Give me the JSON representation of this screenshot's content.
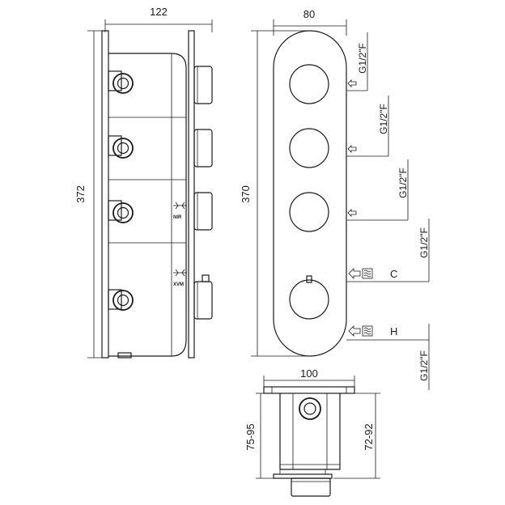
{
  "side_view": {
    "width_label": "122",
    "height_label": "372",
    "badge_upper": "NIR",
    "badge_lower": "XVM"
  },
  "front_view": {
    "width_label": "80",
    "height_label": "370",
    "ports": [
      {
        "thread": "G1/2\"F"
      },
      {
        "thread": "G1/2\"F"
      },
      {
        "thread": "G1/2\"F"
      },
      {
        "thread": "G1/2\"F",
        "letter": "C"
      },
      {
        "thread": "G1/2\"F",
        "letter": "H"
      }
    ]
  },
  "bottom_view": {
    "width_label": "100",
    "depth_left_label": "75-95",
    "depth_right_label": "72-92"
  }
}
